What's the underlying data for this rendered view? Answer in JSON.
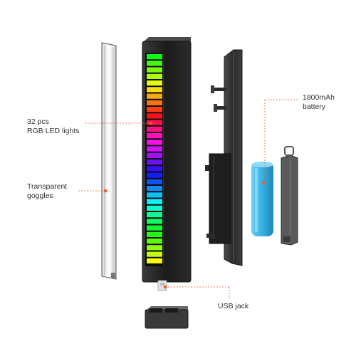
{
  "callouts": {
    "led": {
      "line1": "32 pcs",
      "line2": "RGB LED lights"
    },
    "goggles": {
      "line1": "Transparent",
      "line2": "goggles"
    },
    "battery": {
      "line1": "1800mAh",
      "line2": "battery"
    },
    "usb": {
      "line1": "USB jack"
    }
  },
  "colors": {
    "callout_accent": "#F25A29",
    "housing": "#1E1E1E",
    "battery": "#39B4E6"
  },
  "led_count": 32
}
